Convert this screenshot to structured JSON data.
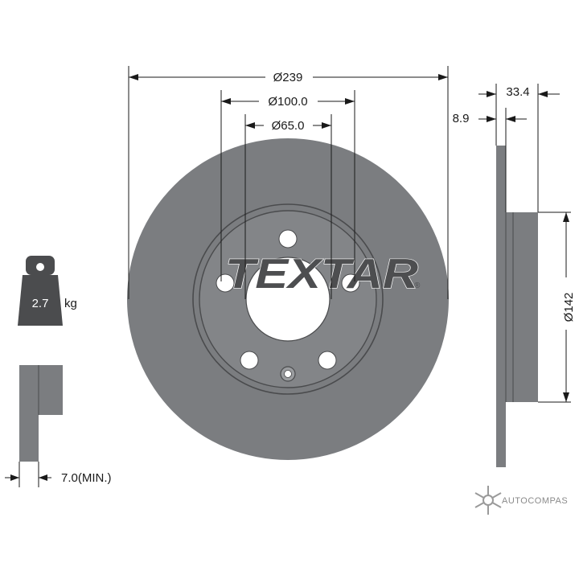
{
  "dimensions": {
    "outer_diameter": "Ø239",
    "bolt_circle": "Ø100.0",
    "center_bore": "Ø65.0",
    "disc_thickness": "8.9",
    "overall_height": "33.4",
    "hub_diameter": "Ø142",
    "min_thickness": "7.0(MIN.)"
  },
  "weight": {
    "value": "2.7",
    "unit": "kg"
  },
  "brand": {
    "logo": "TEXTAR",
    "mark": "®"
  },
  "watermark": {
    "text": "AUTOCOMPAS"
  },
  "colors": {
    "disc": "#7b7d80",
    "disc_dark": "#4a4b4d",
    "weight_icon": "#4b4c4e",
    "line": "#1a1a1a",
    "brand": "#4d4e50"
  }
}
